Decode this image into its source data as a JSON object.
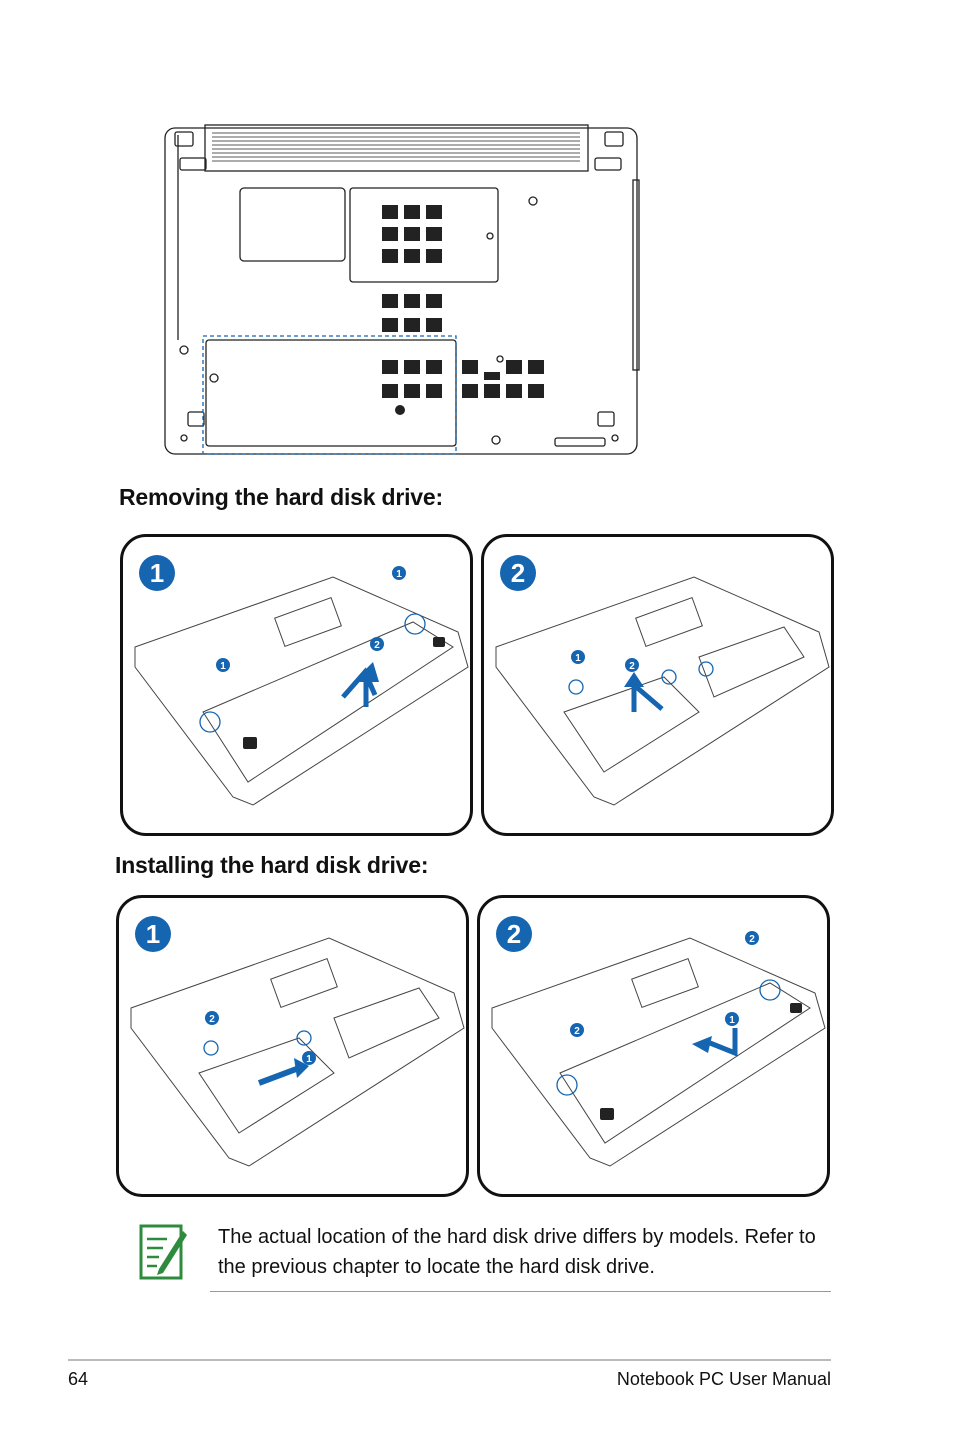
{
  "sections": {
    "removing_title": "Removing the hard disk drive:",
    "installing_title": "Installing the hard disk drive:"
  },
  "steps": {
    "removing": [
      "1",
      "2"
    ],
    "installing": [
      "1",
      "2"
    ]
  },
  "callouts": {
    "one": "1",
    "two": "2"
  },
  "note": {
    "text": "The actual location of the hard disk drive differs by models. Refer to the previous chapter to locate the hard disk drive.",
    "icon": "note-pencil-icon"
  },
  "footer": {
    "page_number": "64",
    "manual_title": "Notebook PC User Manual"
  },
  "colors": {
    "accent": "#1565b0",
    "note_icon": "#2e8b3e"
  }
}
